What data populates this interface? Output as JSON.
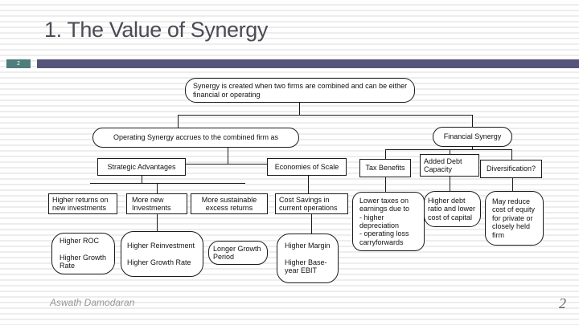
{
  "slide": {
    "title": "1. The Value of Synergy",
    "badge_number": "2",
    "footer_author": "Aswath Damodaran",
    "page_number": "2"
  },
  "colors": {
    "accent_bar": "#55557b",
    "badge_teal": "#4e7d7c",
    "title_text": "#4b4b54",
    "stripe": "#ededed",
    "diagram_line": "#1b1b1b"
  },
  "diagram": {
    "root": {
      "label": "Synergy is created when two firms are combined and can be either financial or operating"
    },
    "operating": {
      "label": "Operating Synergy accrues to the combined firm as"
    },
    "financial": {
      "label": "Financial Synergy"
    },
    "strategic": {
      "label": "Strategic Advantages"
    },
    "economies": {
      "label": "Economies of Scale"
    },
    "tax": {
      "label": "Tax Benefits"
    },
    "added_debt": {
      "label": "Added Debt Capacity"
    },
    "diversification": {
      "label": "Diversification?"
    },
    "higher_returns": {
      "label": "Higher returns on new investments"
    },
    "more_new": {
      "label": "More new Investments"
    },
    "more_sustainable": {
      "label": "More sustainable excess returns"
    },
    "cost_savings": {
      "label": "Cost Savings in current operations"
    },
    "lower_taxes": {
      "label": "Lower taxes on earnings due to\n- higher depreciation\n- operating loss carryforwards"
    },
    "higher_debt": {
      "label": "Higher debt ratio and lower cost of capital"
    },
    "may_reduce": {
      "label": "May reduce cost of equity for private or closely held firm"
    },
    "higher_roc": {
      "label": "Higher ROC\n\nHigher Growth Rate"
    },
    "higher_reinvestment": {
      "label": "Higher Reinvestment\n\nHigher Growth Rate"
    },
    "longer_growth": {
      "label": "Longer Growth Period"
    },
    "higher_margin": {
      "label": "Higher Margin\n\nHigher Base-year EBIT"
    }
  }
}
